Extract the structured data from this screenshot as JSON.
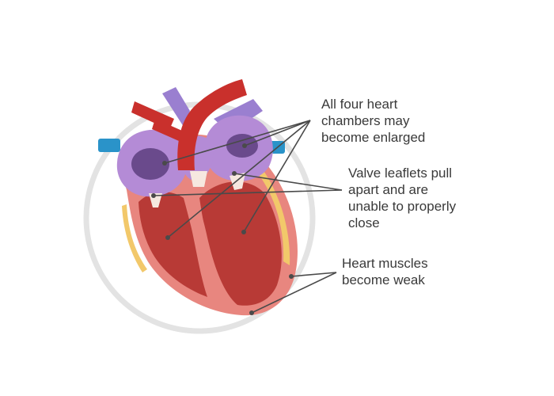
{
  "annotations": [
    {
      "id": "chambers",
      "text": "All four heart\nchambers may\nbecome enlarged"
    },
    {
      "id": "valves",
      "text": "Valve leaflets pull\napart and are\nunable to properly\nclose"
    },
    {
      "id": "muscles",
      "text": "Heart muscles\nbecome weak"
    }
  ],
  "colors": {
    "text": "#3a3a3a",
    "leader_line": "#4a4a4a",
    "background_circle": "#e3e3e3",
    "aorta": "#c9302c",
    "vein": "#2a93c9",
    "atrium": "#b48bd6",
    "atrium_inner": "#6a4a8c",
    "myocardium": "#e8867f",
    "ventricle": "#b83a36",
    "pericardium_fat": "#f2c86a",
    "valve": "#f6e8e0"
  },
  "icons": [
    "enlarged-heart-illustration"
  ]
}
